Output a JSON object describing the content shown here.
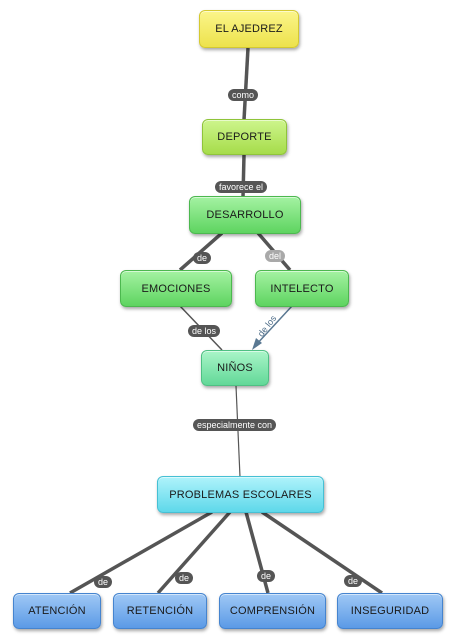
{
  "nodes": {
    "ajedrez": "EL AJEDREZ",
    "deporte": "DEPORTE",
    "desarrollo": "DESARROLLO",
    "emociones": "EMOCIONES",
    "intelecto": "INTELECTO",
    "ninos": "NIÑOS",
    "problemas": "PROBLEMAS ESCOLARES",
    "atencion": "ATENCIÓN",
    "retencion": "RETENCIÓN",
    "comprension": "COMPRENSIÓN",
    "inseguridad": "INSEGURIDAD"
  },
  "links": {
    "como": "como",
    "favorece": "favorece el",
    "de_emociones": "de",
    "del_intelecto": "del",
    "de_los_emociones": "de los",
    "de_los_intelecto": "de los",
    "especialmente": "especialmente con",
    "de_atencion": "de",
    "de_retencion": "de",
    "de_comprension": "de",
    "de_inseguridad": "de"
  },
  "colors": {
    "connector": "#555555",
    "arrow": "#5a7892",
    "node_yellow": "#f5ee6a",
    "node_lime": "#bdec6c",
    "node_green": "#7fe07e",
    "node_cyan": "#8ce8f5",
    "node_blue": "#78aeee"
  }
}
